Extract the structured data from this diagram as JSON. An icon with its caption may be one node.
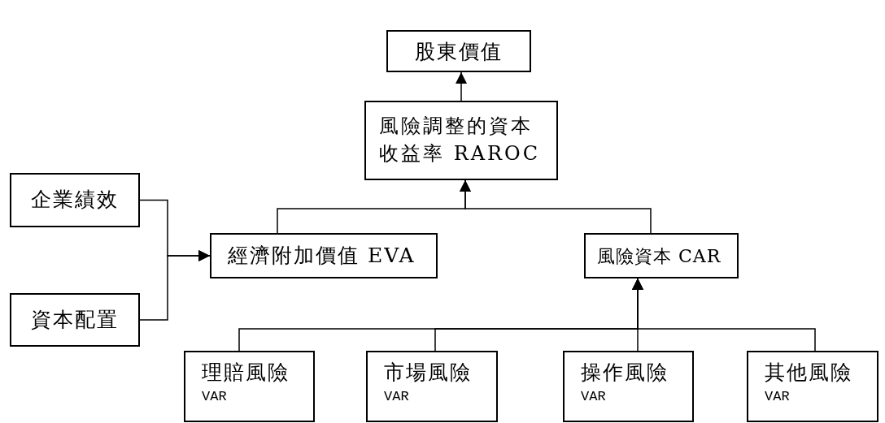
{
  "diagram": {
    "nodes": [
      {
        "text": [
          "股東價值"
        ]
      },
      {
        "text": [
          "風險調整的資本收益率 RAROC"
        ]
      },
      {
        "text": [
          "企業績效"
        ]
      },
      {
        "text": [
          "資本配置"
        ]
      },
      {
        "text": [
          "經濟附加價值 EVA"
        ]
      },
      {
        "text": [
          "風險資本 CAR"
        ]
      },
      {
        "text": [
          "理賠風險",
          "VAR"
        ]
      },
      {
        "text": [
          "市場風險",
          "VAR"
        ]
      },
      {
        "text": [
          "操作風險",
          "VAR"
        ]
      },
      {
        "text": [
          "其他風險",
          "VAR"
        ]
      }
    ],
    "edges": [
      {
        "from": 1,
        "to": 0,
        "arrow": "to"
      },
      {
        "from": 4,
        "to": 1,
        "arrow": "to"
      },
      {
        "from": 5,
        "to": 1,
        "arrow": "to"
      },
      {
        "from": 2,
        "to": 4,
        "arrow": "to"
      },
      {
        "from": 3,
        "to": 4,
        "arrow": "to"
      },
      {
        "from": 6,
        "to": 5,
        "arrow": "to"
      },
      {
        "from": 7,
        "to": 5,
        "arrow": "to"
      },
      {
        "from": 8,
        "to": 5,
        "arrow": "to"
      },
      {
        "from": 9,
        "to": 5,
        "arrow": "to"
      }
    ]
  }
}
